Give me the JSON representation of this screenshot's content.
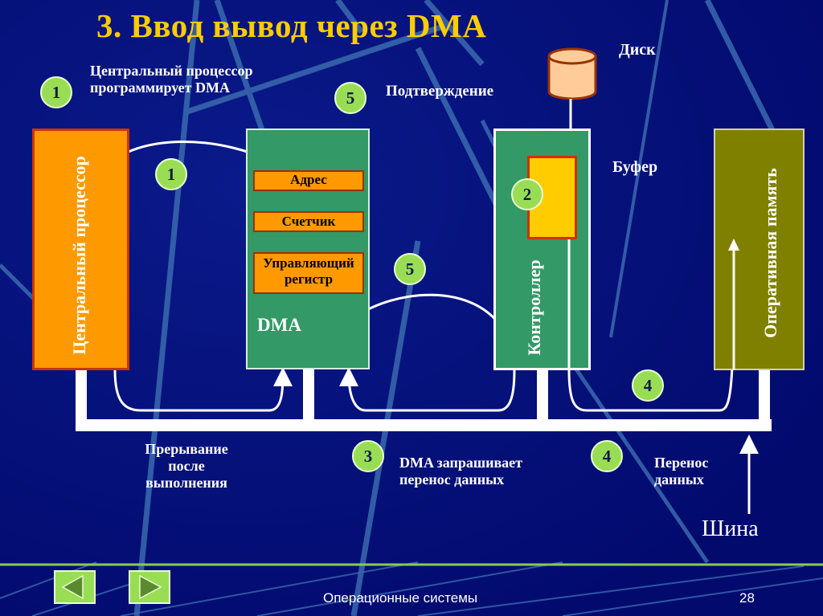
{
  "slide": {
    "title": "3. Ввод вывод через DMA",
    "page_number": "28",
    "footer": "Операционные системы"
  },
  "colors": {
    "background": "#020a6e",
    "title": "#ffcc00",
    "cpu_fill": "#ff9900",
    "dma_fill": "#339966",
    "ram_fill": "#808000",
    "buffer_fill": "#ffcc00",
    "step_circle": "#99dd55",
    "disk_fill": "#ffcc99"
  },
  "blocks": {
    "cpu": "Центральный процессор",
    "dma": "DMA",
    "controller": "Контроллер",
    "ram": "Оперативная память",
    "disk": "Диск",
    "buffer": "Буфер",
    "bus": "Шина"
  },
  "dma_registers": [
    "Адрес",
    "Счетчик",
    "Управляющий регистр"
  ],
  "steps": [
    {
      "number": "1",
      "text_line1": "Центральный процессор",
      "text_line2": "программирует DMA"
    },
    {
      "number": "2"
    },
    {
      "number": "3",
      "text_line1": "DMA запрашивает",
      "text_line2": "перенос данных"
    },
    {
      "number": "4",
      "text_line1": "Перенос",
      "text_line2": "данных"
    },
    {
      "number": "5",
      "text_line1": "Подтверждение"
    }
  ],
  "interrupt_label": {
    "line1": "Прерывание",
    "line2": "после",
    "line3": "выполнения"
  },
  "navigation": {
    "prev_icon": "triangle-left-icon",
    "next_icon": "triangle-right-icon"
  }
}
